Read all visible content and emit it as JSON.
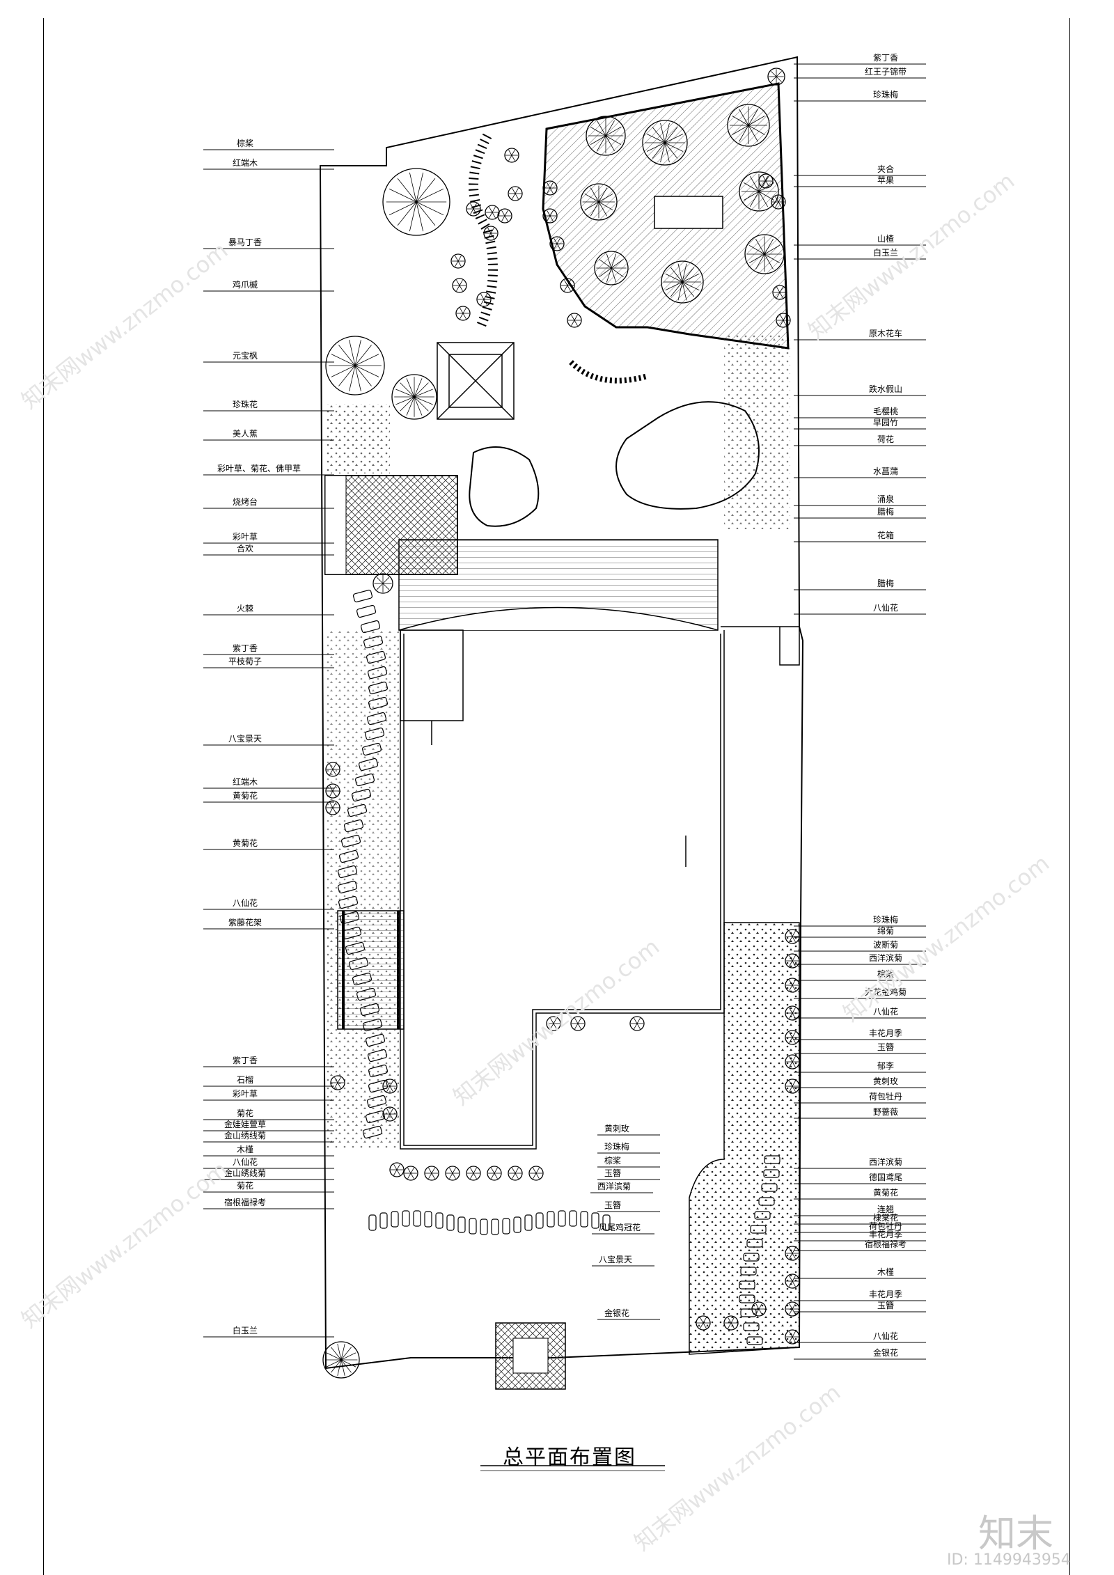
{
  "title": "总平面布置图",
  "watermark": {
    "logo": "知末",
    "id": "ID: 1149943954",
    "site": "知末网www.znzmo.com"
  },
  "left_labels": [
    "棕桨",
    "红端木",
    "暴马丁香",
    "鸡爪槭",
    "元宝枫",
    "珍珠花",
    "美人蕉",
    "彩叶草、菊花、佛甲草",
    "烧烤台",
    "彩叶草",
    "合欢",
    "火棘",
    "紫丁香",
    "平枝荀子",
    "八宝景天",
    "红端木",
    "黄菊花",
    "黄菊花",
    "八仙花",
    "紫藤花架",
    "紫丁香",
    "石榴",
    "彩叶草",
    "菊花",
    "金娃娃萱草",
    "金山绣线菊",
    "木槿",
    "八仙花",
    "金山绣线菊",
    "菊花",
    "宿根福禄考",
    "白玉兰"
  ],
  "right_labels": [
    "紫丁香",
    "红王子锦带",
    "珍珠梅",
    "夹合",
    "苹果",
    "山楂",
    "白玉兰",
    "原木花车",
    "跌水假山",
    "毛樱桃",
    "早园竹",
    "荷花",
    "水菖蒲",
    "涌泉",
    "腊梅",
    "花箱",
    "腊梅",
    "八仙花",
    "珍珠梅",
    "绵菊",
    "波斯菊",
    "西洋滨菊",
    "棕桨",
    "大花金鸡菊",
    "八仙花",
    "丰花月季",
    "玉簪",
    "郁李",
    "黄刺玫",
    "荷包牡丹",
    "野蔷薇",
    "西洋滨菊",
    "德国鸢尾",
    "黄菊花",
    "连翘",
    "棣棠花",
    "荷包牡丹",
    "丰花月季",
    "宿根福禄考",
    "木槿",
    "丰花月季",
    "玉簪",
    "八仙花",
    "金银花"
  ],
  "inner_labels": [
    "黄刺玫",
    "珍珠梅",
    "棕桨",
    "玉簪",
    "西洋滨菊",
    "玉簪",
    "风尾鸡冠花",
    "八宝景天",
    "金银花"
  ],
  "colors": {
    "line": "#000000",
    "watermark": "#c8c8c8",
    "hatch": "#555555"
  }
}
